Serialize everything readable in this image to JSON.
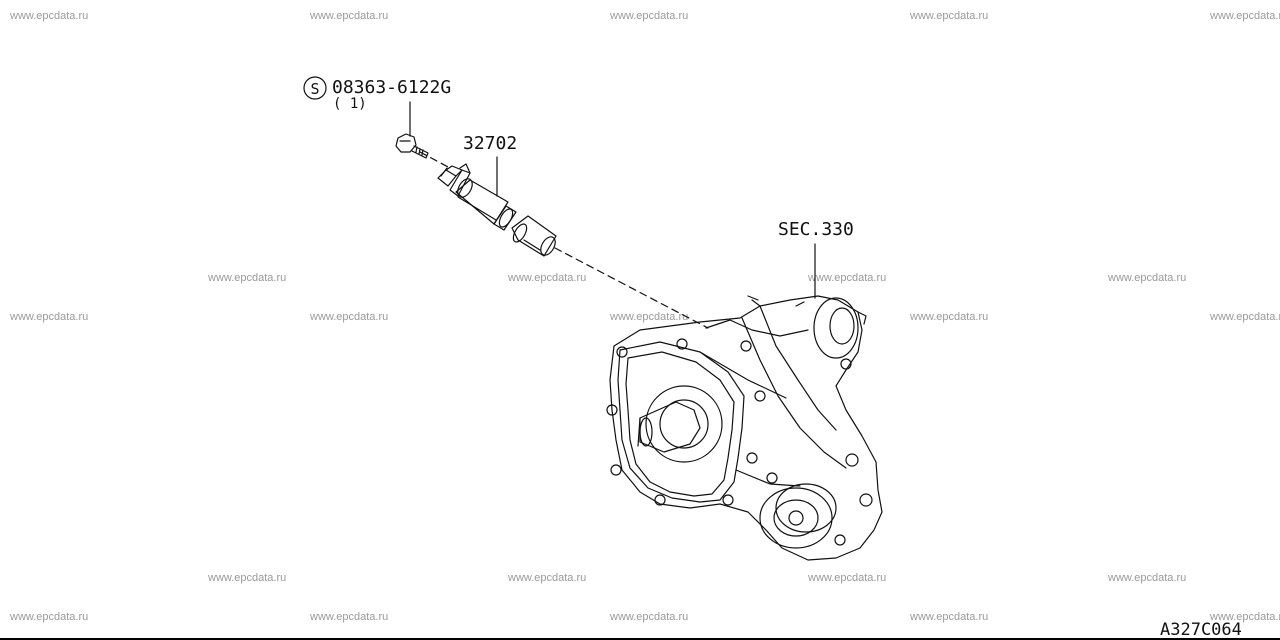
{
  "watermark": "www.epcdata.ru",
  "labels": {
    "bolt_part_no": "08363-6122G",
    "bolt_qty": "( 1)",
    "standard_part_symbol": "S",
    "sensor_part_no": "32702",
    "section_ref": "SEC.330",
    "illustration_code": "A327C064"
  },
  "colors": {
    "line": "#111111",
    "watermark": "#9a9a9a",
    "background": "#ffffff"
  }
}
